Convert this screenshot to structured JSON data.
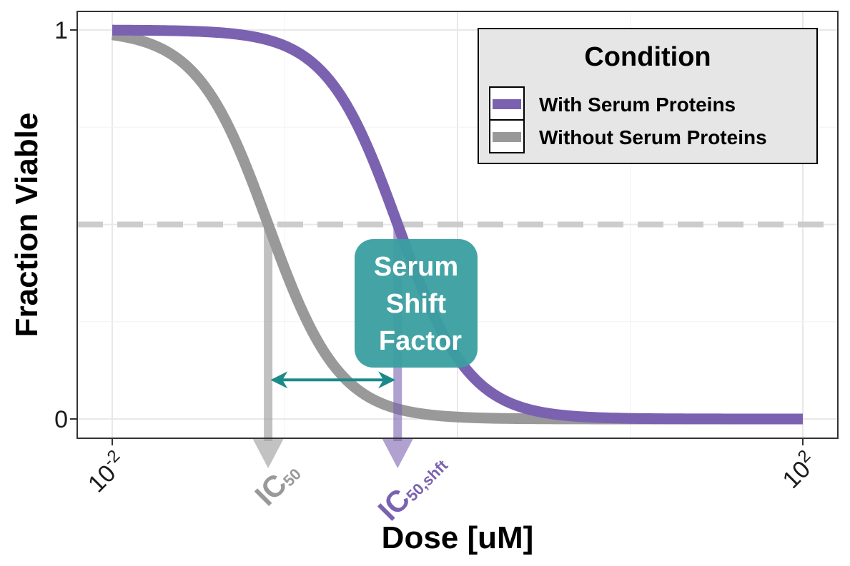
{
  "chart_data": {
    "type": "line",
    "xlabel": "Dose [uM]",
    "ylabel": "Fraction Viable",
    "x_scale": "log10",
    "xlim": [
      0.01,
      100
    ],
    "ylim": [
      0,
      1
    ],
    "x_ticks": [
      {
        "base": "10",
        "exp": "-2"
      },
      {
        "base": "10",
        "exp": "2"
      }
    ],
    "y_ticks": [
      "0",
      "1"
    ],
    "grid": true,
    "reference_line": {
      "y": 0.5,
      "style": "dashed",
      "color": "#cccccc"
    },
    "legend": {
      "title": "Condition",
      "position": "top-right",
      "entries": [
        "With Serum Proteins",
        "Without Serum Proteins"
      ]
    },
    "series": [
      {
        "name": "With Serum Proteins",
        "color": "#7b62b0",
        "ic50": 0.45,
        "hill": 2.1
      },
      {
        "name": "Without Serum Proteins",
        "color": "#999999",
        "ic50": 0.08,
        "hill": 2.1
      }
    ],
    "annotations": {
      "box": {
        "lines": [
          "Serum",
          "Shift",
          "Factor"
        ],
        "color": "#3a9fa0"
      },
      "shift_arrow": {
        "from": 0.08,
        "to": 0.45,
        "y": 0.06,
        "color": "#1a8a8a"
      },
      "ic50_label": {
        "main": "IC",
        "sub": "50",
        "x": 0.08,
        "color": "#999999"
      },
      "ic50_shift_label": {
        "main": "IC",
        "sub": "50,shft",
        "x": 0.45,
        "color": "#7b62b0"
      }
    }
  }
}
